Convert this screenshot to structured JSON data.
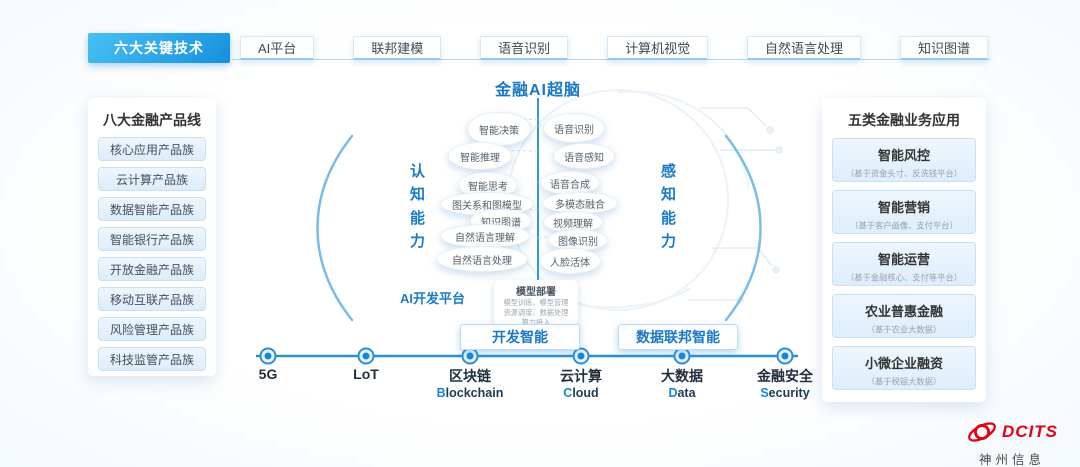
{
  "top_bar": {
    "tab": "六大关键技术",
    "items": [
      "AI平台",
      "联邦建模",
      "语音识别",
      "计算机视觉",
      "自然语言处理",
      "知识图谱"
    ]
  },
  "left_panel": {
    "title": "八大金融产品线",
    "items": [
      "核心应用产品族",
      "云计算产品族",
      "数据智能产品族",
      "智能银行产品族",
      "开放金融产品族",
      "移动互联产品族",
      "风险管理产品族",
      "科技监管产品族"
    ]
  },
  "right_panel": {
    "title": "五类金融业务应用",
    "items": [
      {
        "title": "智能风控",
        "subtitle": "（基于资金头寸、反洗钱平台）"
      },
      {
        "title": "智能营销",
        "subtitle": "（基于客户画像、支付平台）"
      },
      {
        "title": "智能运营",
        "subtitle": "（基于金融核心、支付等平台）"
      },
      {
        "title": "农业普惠金融",
        "subtitle": "（基于农业大数据）"
      },
      {
        "title": "小微企业融资",
        "subtitle": "（基于税银大数据）"
      }
    ]
  },
  "brain": {
    "title": "金融AI超脑",
    "left_ability": "认知能力",
    "right_ability": "感知能力",
    "platform": "AI开发平台",
    "cognitive": [
      "智能决策",
      "智能推理",
      "智能思考",
      "图关系和图模型",
      "知识图谱",
      "自然语言理解",
      "自然语言处理"
    ],
    "perception": [
      "语音识别",
      "语音感知",
      "语音合成",
      "多模态融合",
      "视频理解",
      "图像识别",
      "人脸活体"
    ],
    "deploy": {
      "title": "模型部署",
      "lines": [
        "模型训练、模型管理",
        "资源调度、数据处理",
        "算力接入"
      ]
    },
    "bottom_boxes": [
      "开发智能",
      "数据联邦智能"
    ]
  },
  "timeline": {
    "items": [
      {
        "zh": "5G",
        "en_first": "",
        "en_rest": ""
      },
      {
        "zh": "LoT",
        "en_first": "",
        "en_rest": ""
      },
      {
        "zh": "区块链",
        "en_first": "B",
        "en_rest": "lockchain"
      },
      {
        "zh": "云计算",
        "en_first": "C",
        "en_rest": "loud"
      },
      {
        "zh": "大数据",
        "en_first": "D",
        "en_rest": "ata"
      },
      {
        "zh": "金融安全",
        "en_first": "S",
        "en_rest": "ecurity"
      }
    ]
  },
  "logo": {
    "brand": "DCITS",
    "company": "神州信息"
  },
  "colors": {
    "accent": "#1a78c8",
    "tab_gradient_start": "#48c0f3",
    "tab_gradient_end": "#1690dd",
    "logo_red": "#e60012"
  }
}
